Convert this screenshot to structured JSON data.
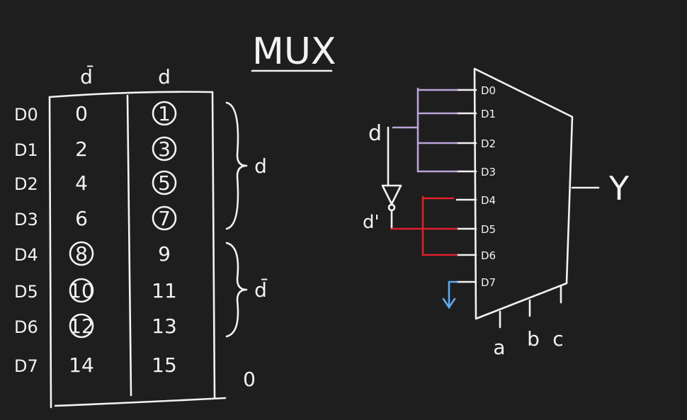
{
  "title": "MUX",
  "table": {
    "headers": [
      "d̄",
      "d"
    ],
    "row_labels": [
      "D0",
      "D1",
      "D2",
      "D3",
      "D4",
      "D5",
      "D6",
      "D7"
    ],
    "left_col": [
      "0",
      "2",
      "4",
      "6",
      "8",
      "10",
      "12",
      "14"
    ],
    "right_col": [
      "1",
      "3",
      "5",
      "7",
      "9",
      "11",
      "13",
      "15"
    ],
    "circled_left": [
      false,
      false,
      false,
      false,
      true,
      true,
      true,
      false
    ],
    "circled_right": [
      true,
      true,
      true,
      true,
      false,
      false,
      false,
      false
    ]
  },
  "groups": [
    {
      "label": "d",
      "rows": [
        0,
        3
      ]
    },
    {
      "label": "d̄",
      "rows": [
        4,
        6
      ]
    },
    {
      "label": "0",
      "rows": [
        7,
        7
      ]
    }
  ],
  "mux": {
    "inputs": [
      "D0",
      "D1",
      "D2",
      "D3",
      "D4",
      "D5",
      "D6",
      "D7"
    ],
    "output": "Y",
    "selects": [
      "a",
      "b",
      "c"
    ],
    "signal_d": "d",
    "signal_d_not": "d'",
    "colors": {
      "d_wires": "#b9a3d6",
      "dnot_wires": "#e0202a",
      "ground": "#5aa9f0",
      "ink": "#f2f2f2"
    }
  }
}
